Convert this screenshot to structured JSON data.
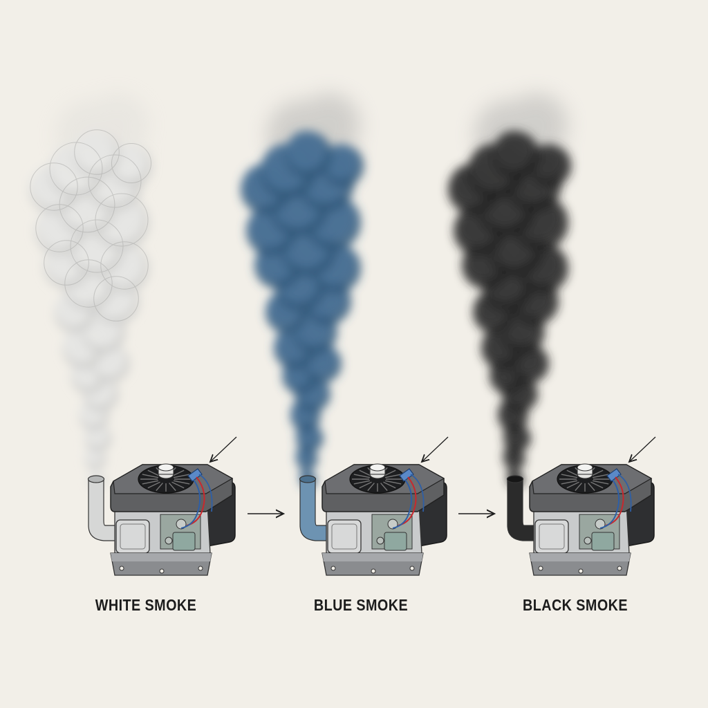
{
  "panels": [
    {
      "id": "white",
      "label": "WHITE SMOKE",
      "smoke_color": "#e9e9e7",
      "smoke_shade": "#cfcfcd",
      "smoke_outline": "#a9a9a7",
      "pipe_color": "#d6d7d6",
      "pipe_shade": "#b5b7b7"
    },
    {
      "id": "blue",
      "label": "BLUE SMOKE",
      "smoke_color": "#4b7398",
      "smoke_shade": "#2f5677",
      "smoke_outline": "",
      "pipe_color": "#6d93b2",
      "pipe_shade": "#4c718f"
    },
    {
      "id": "black",
      "label": "BLACK SMOKE",
      "smoke_color": "#3a3a3a",
      "smoke_shade": "#1e1e1e",
      "smoke_outline": "",
      "pipe_color": "#2b2b2b",
      "pipe_shade": "#161616"
    }
  ],
  "colors": {
    "background": "#f2efe8",
    "engine_body": "#5f6062",
    "engine_dark": "#2e2f31",
    "engine_light": "#c9cbcc",
    "connector": "#5a89c8",
    "wire_red": "#c8282d",
    "wire_blue": "#2e5fa6"
  },
  "icons": [
    "engine-icon",
    "arrow-right-icon",
    "pointer-arrow-icon"
  ]
}
